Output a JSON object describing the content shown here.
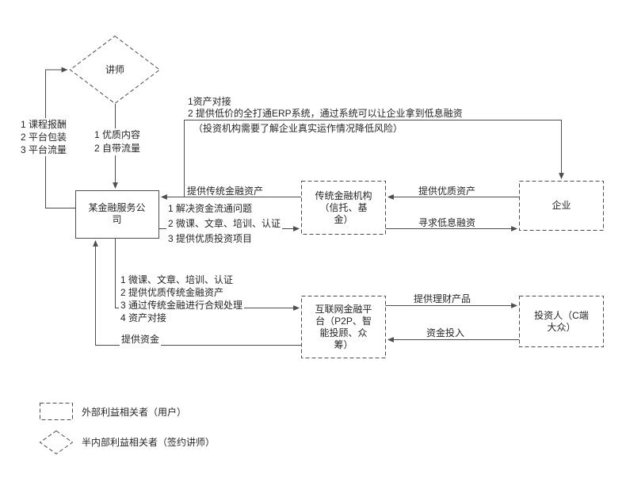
{
  "nodes": {
    "lecturer": "讲师",
    "company": "某金融服务公司",
    "traditional_institution": "传统金融机构（信托、基金）",
    "enterprise": "企业",
    "internet_platform": "互联网金融平台（P2P、智能投顾、众筹）",
    "investor": "投资人（C端大众）"
  },
  "edges": {
    "company_to_lecturer": "1 课程报酬\n2 平台包装\n3 平台流量",
    "lecturer_to_company": "1 优质内容\n2 自带流量",
    "company_to_enterprise_1": "1资产对接",
    "company_to_enterprise_2": "2 提供低价的全打通ERP系统，通过系统可以让企业拿到低息融资",
    "company_to_enterprise_3": "（投资机构需要了解企业真实运作情况降低风险）",
    "traditional_to_company": "提供传统金融资产",
    "company_to_traditional": "1 解决资金流通问题\n2 微课、文章、培训、认证\n3 提供优质投资项目",
    "enterprise_to_traditional": "提供优质资产",
    "traditional_to_enterprise": "寻求低息融资",
    "company_to_platform": "1 微课、文章、培训、认证\n2 提供优质传统金融资产\n3 通过传统金融进行合规处理\n4 资产对接",
    "platform_to_company": "提供资金",
    "platform_to_investor": "提供理财产品",
    "investor_to_platform": "资金投入"
  },
  "legend": {
    "external": "外部利益相关者（用户）",
    "semi_internal": "半内部利益相关者（签约讲师）"
  },
  "colors": {
    "line": "#4d4d4d",
    "text": "#262626",
    "background": "#ffffff"
  }
}
